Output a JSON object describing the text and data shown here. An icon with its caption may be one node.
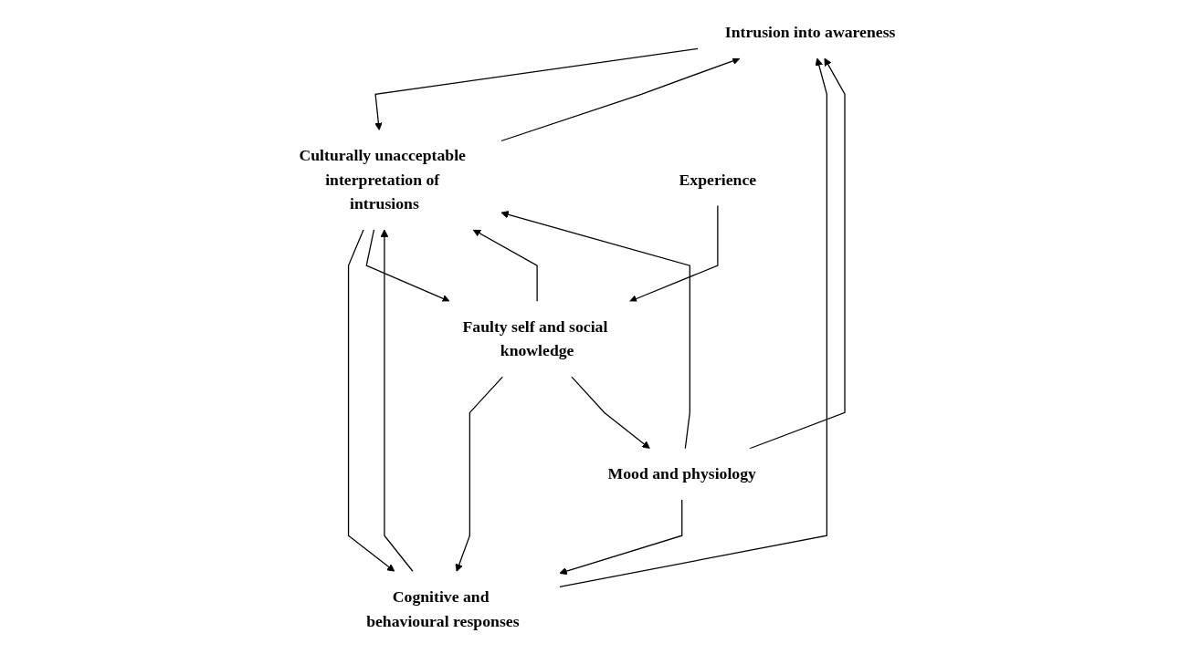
{
  "diagram": {
    "nodes": [
      {
        "text": [
          "Intrusion into awareness"
        ]
      },
      {
        "text": [
          "Culturally unacceptable interpretation of intrusions"
        ]
      },
      {
        "text": [
          "Faulty self and social knowledge"
        ]
      },
      {
        "text": [
          "Cognitive and behavioural responses"
        ]
      },
      {
        "text": [
          "Experience"
        ]
      },
      {
        "text": [
          "Mood and physiology"
        ]
      }
    ],
    "edges": [
      {
        "from": 3,
        "to": 0,
        "arrow": "to"
      },
      {
        "from": 1,
        "to": 0,
        "arrow": "to"
      },
      {
        "from": 0,
        "to": 1,
        "arrow": "to"
      },
      {
        "from": 3,
        "to": 1,
        "arrow": "to"
      },
      {
        "from": 1,
        "to": 3,
        "arrow": "to"
      },
      {
        "from": 2,
        "to": 1,
        "arrow": "to"
      },
      {
        "from": 1,
        "to": 2,
        "arrow": "to"
      },
      {
        "from": 2,
        "to": 3,
        "arrow": "to"
      },
      {
        "from": 4,
        "to": 2,
        "arrow": "to"
      },
      {
        "from": 2,
        "to": 5,
        "arrow": "to"
      },
      {
        "from": 5,
        "to": 1,
        "arrow": "to"
      },
      {
        "from": 5,
        "to": 0,
        "arrow": "to"
      },
      {
        "from": 5,
        "to": 3,
        "arrow": "to"
      }
    ]
  }
}
